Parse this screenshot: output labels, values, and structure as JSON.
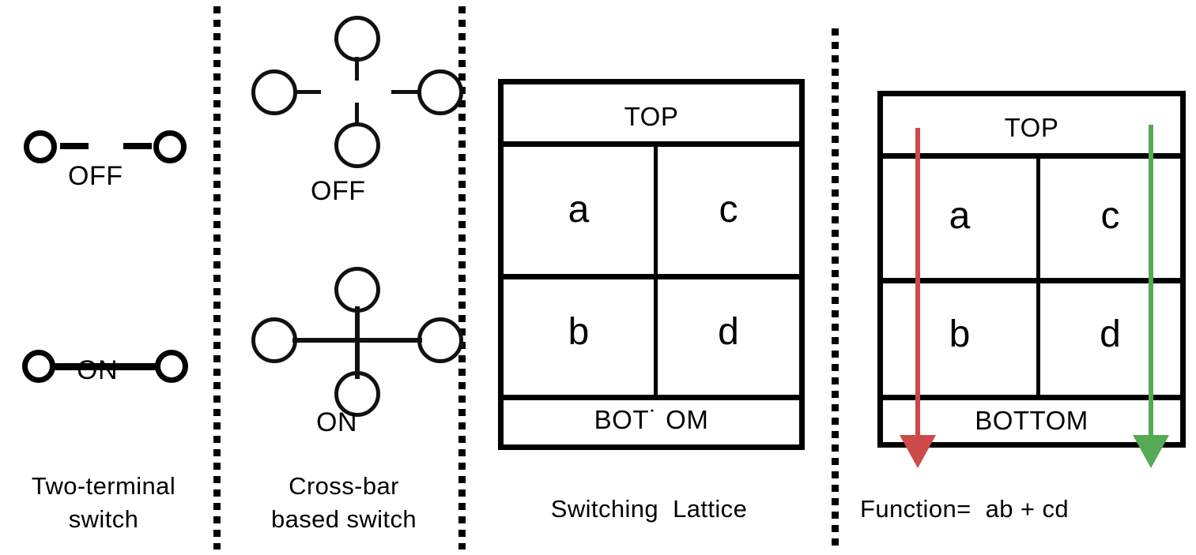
{
  "figure": {
    "panels": [
      {
        "id": "two-terminal",
        "caption_line1": "Two-terminal",
        "caption_line2": "switch",
        "states": [
          {
            "label": "OFF",
            "connected": false
          },
          {
            "label": "ON",
            "connected": true
          }
        ]
      },
      {
        "id": "cross-bar",
        "caption_line1": "Cross-bar",
        "caption_line2": "based switch",
        "states": [
          {
            "label": "OFF",
            "connected": false
          },
          {
            "label": "ON",
            "connected": true
          }
        ]
      },
      {
        "id": "switching-lattice",
        "caption_line1": "Switching  Lattice",
        "caption_line2": "",
        "top_label": "TOP",
        "bottom_label": "BOT˙ OM",
        "cells": [
          {
            "row": 0,
            "col": 0,
            "label": "a"
          },
          {
            "row": 0,
            "col": 1,
            "label": "c"
          },
          {
            "row": 1,
            "col": 0,
            "label": "b"
          },
          {
            "row": 1,
            "col": 1,
            "label": "d"
          }
        ]
      },
      {
        "id": "function-lattice",
        "caption_line1": "Function=  ab + cd",
        "caption_line2": "",
        "top_label": "TOP",
        "bottom_label": "BOTTOM",
        "cells": [
          {
            "row": 0,
            "col": 0,
            "label": "a"
          },
          {
            "row": 0,
            "col": 1,
            "label": "c"
          },
          {
            "row": 1,
            "col": 0,
            "label": "b"
          },
          {
            "row": 1,
            "col": 1,
            "label": "d"
          }
        ],
        "paths": [
          {
            "name": "left-path",
            "term": "ab",
            "color": "#cc4a4a"
          },
          {
            "name": "right-path",
            "term": "cd",
            "color": "#55aa55"
          }
        ]
      }
    ],
    "colors": {
      "ink": "#000000",
      "red_arrow": "#cc4a4a",
      "green_arrow": "#55aa55",
      "background": "#ffffff"
    }
  }
}
